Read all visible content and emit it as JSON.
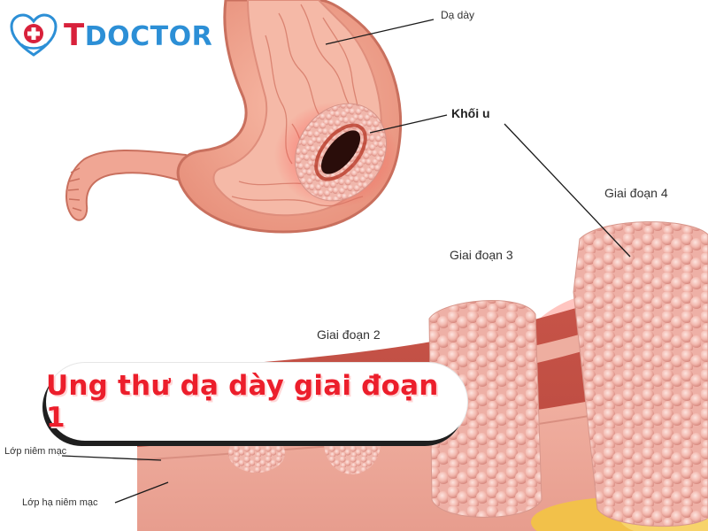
{
  "brand": {
    "name_initial": "T",
    "name_rest": "DOCTOR",
    "logo_icon": "heart-medical-cross-icon",
    "colors": {
      "blue": "#2c8fd6",
      "red": "#d8213b"
    }
  },
  "labels": {
    "stomach": "Dạ dày",
    "tumor": "Khối u",
    "stage4": "Giai đoạn 4",
    "stage3": "Giai đoạn 3",
    "stage2": "Giai đoạn 2",
    "mucosa": "Lớp niêm mạc",
    "submucosa": "Lớp hạ niêm mạc"
  },
  "banner": {
    "title": "Ung thư dạ dày giai đoạn 1",
    "text_color": "#ec1e2b"
  }
}
